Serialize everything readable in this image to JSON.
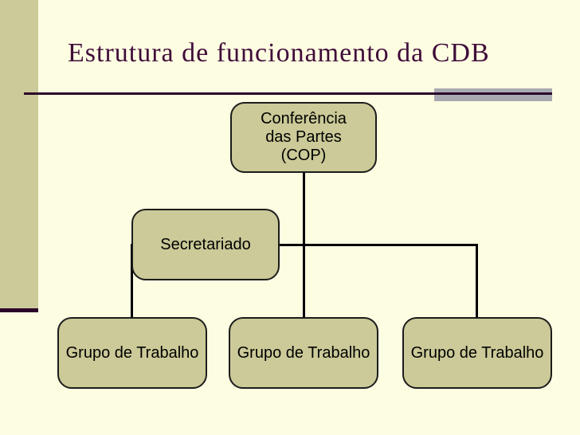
{
  "slide": {
    "title": "Estrutura de funcionamento da CDB"
  },
  "colors": {
    "background": "#FDFDE2",
    "band": "#CBCA98",
    "title_text": "#400C3A",
    "rule": "#2B052A",
    "accent_bar": "#A9A9B2",
    "node_fill": "#CBCA98",
    "node_border": "#1C1C1C",
    "node_text": "#000000",
    "connector": "#000000"
  },
  "diagram": {
    "type": "org-chart",
    "nodes": [
      {
        "id": "cop",
        "label": "Conferência\ndas Partes\n(COP)"
      },
      {
        "id": "secretariado",
        "label": "Secretariado"
      },
      {
        "id": "grupo-1",
        "label": "Grupo de Trabalho"
      },
      {
        "id": "grupo-2",
        "label": "Grupo de Trabalho"
      },
      {
        "id": "grupo-3",
        "label": "Grupo de Trabalho"
      }
    ],
    "edges": [
      {
        "from": "cop",
        "to": "grupo-2"
      },
      {
        "from": "secretariado",
        "to": "grupo-1"
      },
      {
        "from": "secretariado",
        "to": "grupo-3"
      }
    ]
  }
}
